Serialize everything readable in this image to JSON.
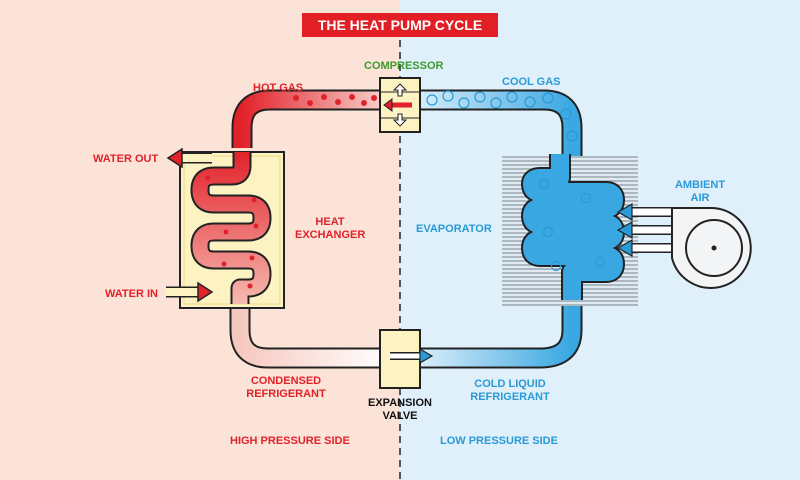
{
  "title": "THE HEAT PUMP CYCLE",
  "labels": {
    "compressor": "COMPRESSOR",
    "hot_gas": "HOT GAS",
    "cool_gas": "COOL GAS",
    "water_out": "WATER OUT",
    "water_in": "WATER IN",
    "heat_exchanger_1": "HEAT",
    "heat_exchanger_2": "EXCHANGER",
    "evaporator": "EVAPORATOR",
    "ambient_air_1": "AMBIENT",
    "ambient_air_2": "AIR",
    "condensed_1": "CONDENSED",
    "condensed_2": "REFRIGERANT",
    "expansion_1": "EXPANSION",
    "expansion_2": "VALVE",
    "cold_liquid_1": "COLD LIQUID",
    "cold_liquid_2": "REFRIGERANT",
    "high_pressure": "HIGH PRESSURE SIDE",
    "low_pressure": "LOW PRESSURE SIDE"
  },
  "colors": {
    "hot": "#e2222b",
    "cold": "#2a9ad6",
    "compressor_label": "#3d9a2c",
    "title_bg": "#e31f26",
    "high_side_bg": "#fbe3d8",
    "low_side_bg": "#dff0fb"
  },
  "icons": [
    "compressor-icon",
    "expansion-valve-icon",
    "fan-icon",
    "heat-exchanger-icon",
    "evaporator-icon"
  ]
}
